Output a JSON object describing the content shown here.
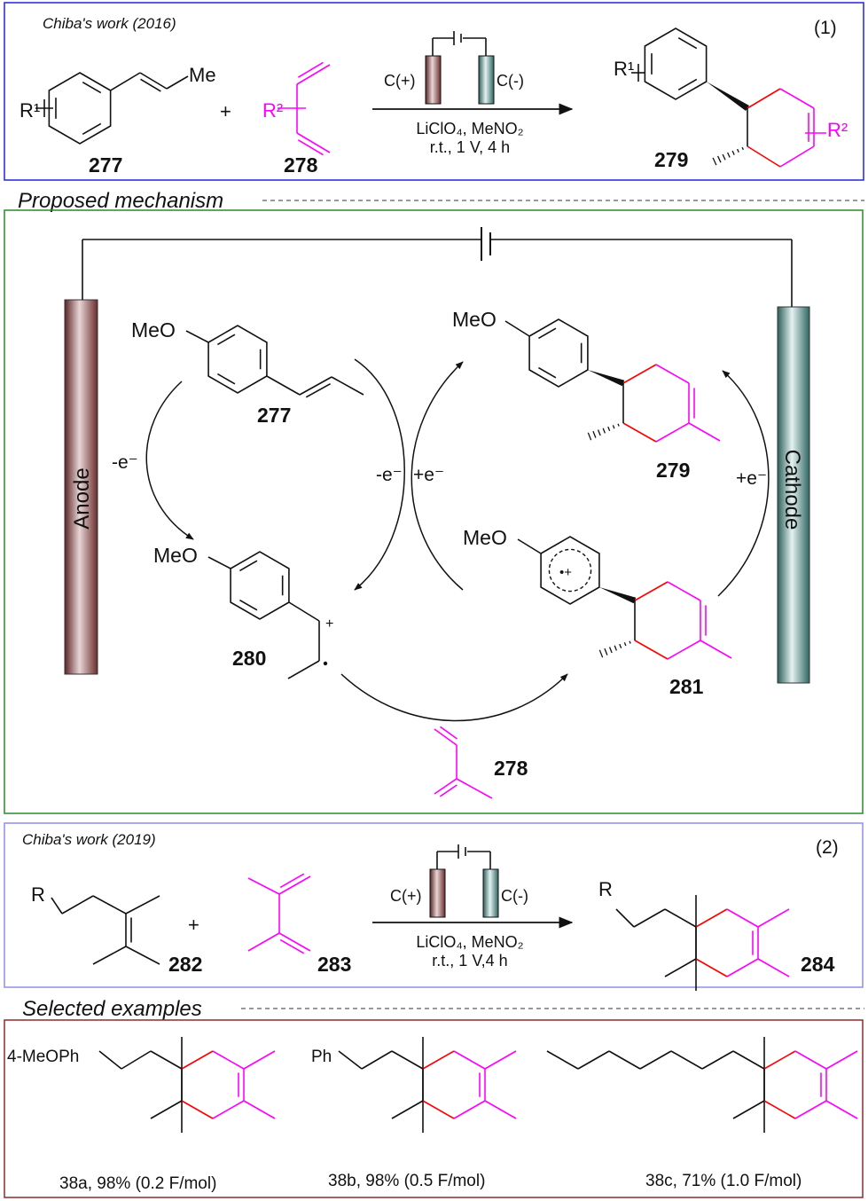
{
  "colors": {
    "diene": "#ff00ff",
    "new_bond": "#ff0000",
    "panel1_border": "#2424d8",
    "panel2_border": "#2a8a2a",
    "panel3_border": "#8e8ee6",
    "panel4_border": "#8b2c2c",
    "anode": "#7a3a3a",
    "cathode": "#3f7f7a"
  },
  "panel1": {
    "title": "Chiba's work (2016)",
    "eq": "(1)",
    "r1": "R¹",
    "r2": "R²",
    "me": "Me",
    "plus": "+",
    "c_plus": "C(+)",
    "c_minus": "C(-)",
    "cond1": "LiClO₄, MeNO₂",
    "cond2": "r.t., 1 V, 4 h",
    "lbl_277": "277",
    "lbl_278": "278",
    "lbl_279": "279"
  },
  "mechanism": {
    "heading": "Proposed mechanism",
    "anode": "Anode",
    "cathode": "Cathode",
    "meo": "MeO",
    "lbl_277": "277",
    "lbl_278": "278",
    "lbl_279": "279",
    "lbl_280": "280",
    "lbl_281": "281",
    "e_loss_anode": "-e⁻",
    "e_loss_mid": "-e⁻",
    "e_gain_mid": "+e⁻",
    "e_gain_cathode": "+e⁻",
    "cation": "+",
    "radical_cation": "•+"
  },
  "panel3": {
    "title": "Chiba's work (2019)",
    "eq": "(2)",
    "r": "R",
    "plus": "+",
    "c_plus": "C(+)",
    "c_minus": "C(-)",
    "cond1": "LiClO₄, MeNO₂",
    "cond2": "r.t., 1 V,4 h",
    "lbl_282": "282",
    "lbl_283": "283",
    "lbl_284": "284"
  },
  "examples": {
    "heading": "Selected examples",
    "items": [
      {
        "substituent": "4-MeOPh",
        "caption": "38a, 98% (0.2 F/mol)"
      },
      {
        "substituent": "Ph",
        "caption": "38b, 98% (0.5  F/mol)"
      },
      {
        "substituent": "",
        "caption": "38c, 71% (1.0  F/mol)"
      }
    ]
  }
}
